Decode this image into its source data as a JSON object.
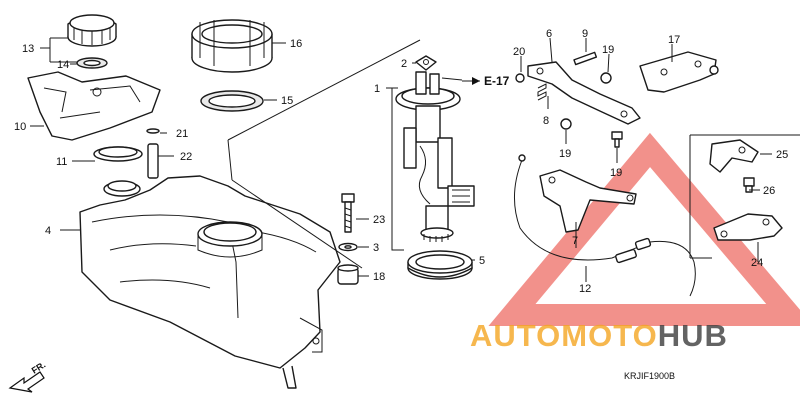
{
  "callouts": {
    "c1": "1",
    "c2": "2",
    "c3": "3",
    "c4": "4",
    "c5": "5",
    "c6": "6",
    "c7": "7",
    "c8": "8",
    "c9": "9",
    "c10": "10",
    "c11": "11",
    "c12": "12",
    "c13": "13",
    "c14": "14",
    "c15": "15",
    "c16": "16",
    "c17": "17",
    "c18": "18",
    "c19a": "19",
    "c19b": "19",
    "c19c": "19",
    "c20": "20",
    "c21": "21",
    "c22": "22",
    "c23": "23",
    "c24": "24",
    "c25": "25",
    "c26": "26"
  },
  "reference": "E-17",
  "diagram_code": "KRJIF1900B",
  "direction": "FR.",
  "watermark": {
    "part1": "AUTO",
    "part2": "MOTO",
    "part3": "HUB"
  },
  "colors": {
    "wm_red": "#e8372b",
    "wm_orange": "#f5a623",
    "wm_grey": "#3d3d3d",
    "line": "#1a1a1a"
  }
}
